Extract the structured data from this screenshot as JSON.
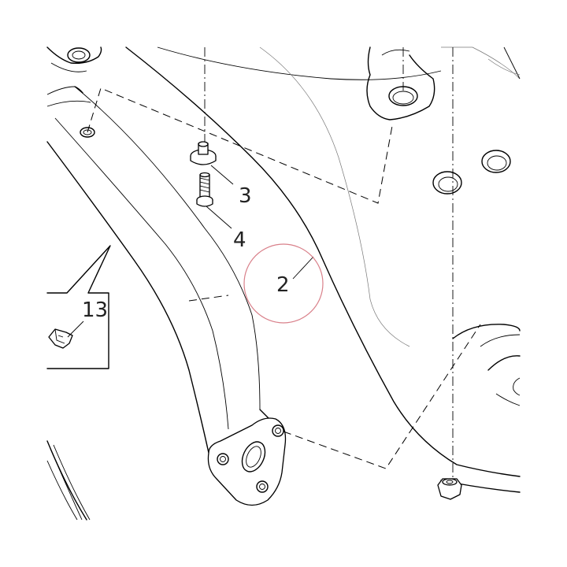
{
  "callouts": {
    "c2": "2",
    "c3": "3",
    "c4": "4",
    "c13": "13"
  },
  "colors": {
    "highlight_circle": "#d9808a",
    "line": "#000000",
    "background": "#ffffff"
  }
}
